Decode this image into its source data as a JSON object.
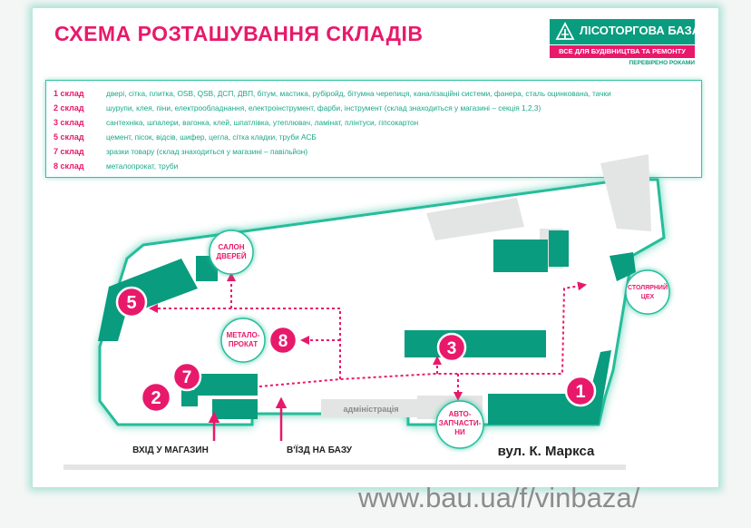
{
  "title": "СХЕМА РОЗТАШУВАННЯ СКЛАДІВ",
  "logo": {
    "name": "ЛІСОТОРГОВА БАЗА",
    "subtitle": "ВСЕ ДЛЯ БУДІВНИЦТВА ТА РЕМОНТУ",
    "tagline": "ПЕРЕВІРЕНО РОКАМИ",
    "icon": "tree-logo-icon"
  },
  "legend": [
    {
      "key": "1 склад",
      "text": "двері, сітка, плитка, OSB, QSB, ДСП, ДВП, бітум, мастика, рубіройд, бітумна черепиця, каналізаційні системи, фанера, сталь оцинкована, тачки"
    },
    {
      "key": "2 склад",
      "text": "шурупи, клея, піни, електрообладнання, електроінструмент, фарби, інструмент (склад знаходиться у магазині – секція 1,2,3)"
    },
    {
      "key": "3 склад",
      "text": "сантехніка, шпалери, вагонка, клей, шпатлівка, утеплювач, ламінат, плінтуси, гіпсокартон"
    },
    {
      "key": "5 склад",
      "text": "цемент, пісок, відсів, шифер, цегла, сітка кладки, труби АСБ"
    },
    {
      "key": "7 склад",
      "text": "зразки товару (склад знаходиться у магазині – павільйон)"
    },
    {
      "key": "8 склад",
      "text": "металопрокат, труби"
    }
  ],
  "map": {
    "markers": [
      "1",
      "2",
      "3",
      "5",
      "7",
      "8"
    ],
    "labels": {
      "salon_1": "САЛОН",
      "salon_2": "ДВЕРЕЙ",
      "metal_1": "МЕТАЛО-",
      "metal_2": "ПРОКАТ",
      "stol_1": "СТОЛЯРНИЙ",
      "stol_2": "ЦЕХ",
      "avto_1": "АВТО-",
      "avto_2": "ЗАПЧАСТИ-",
      "avto_3": "НИ",
      "admin": "адміністрація",
      "entry_shop": "ВХІД У МАГАЗИН",
      "entry_base": "В'ЇЗД НА БАЗУ",
      "street": "вул. К. Маркса"
    }
  },
  "colors": {
    "green": "#0a9c7f",
    "pink": "#e8196b",
    "teal_glow": "#33c2a3",
    "building_gray": "#e3e5e4"
  },
  "watermark": "www.bau.ua/f/vinbaza/"
}
